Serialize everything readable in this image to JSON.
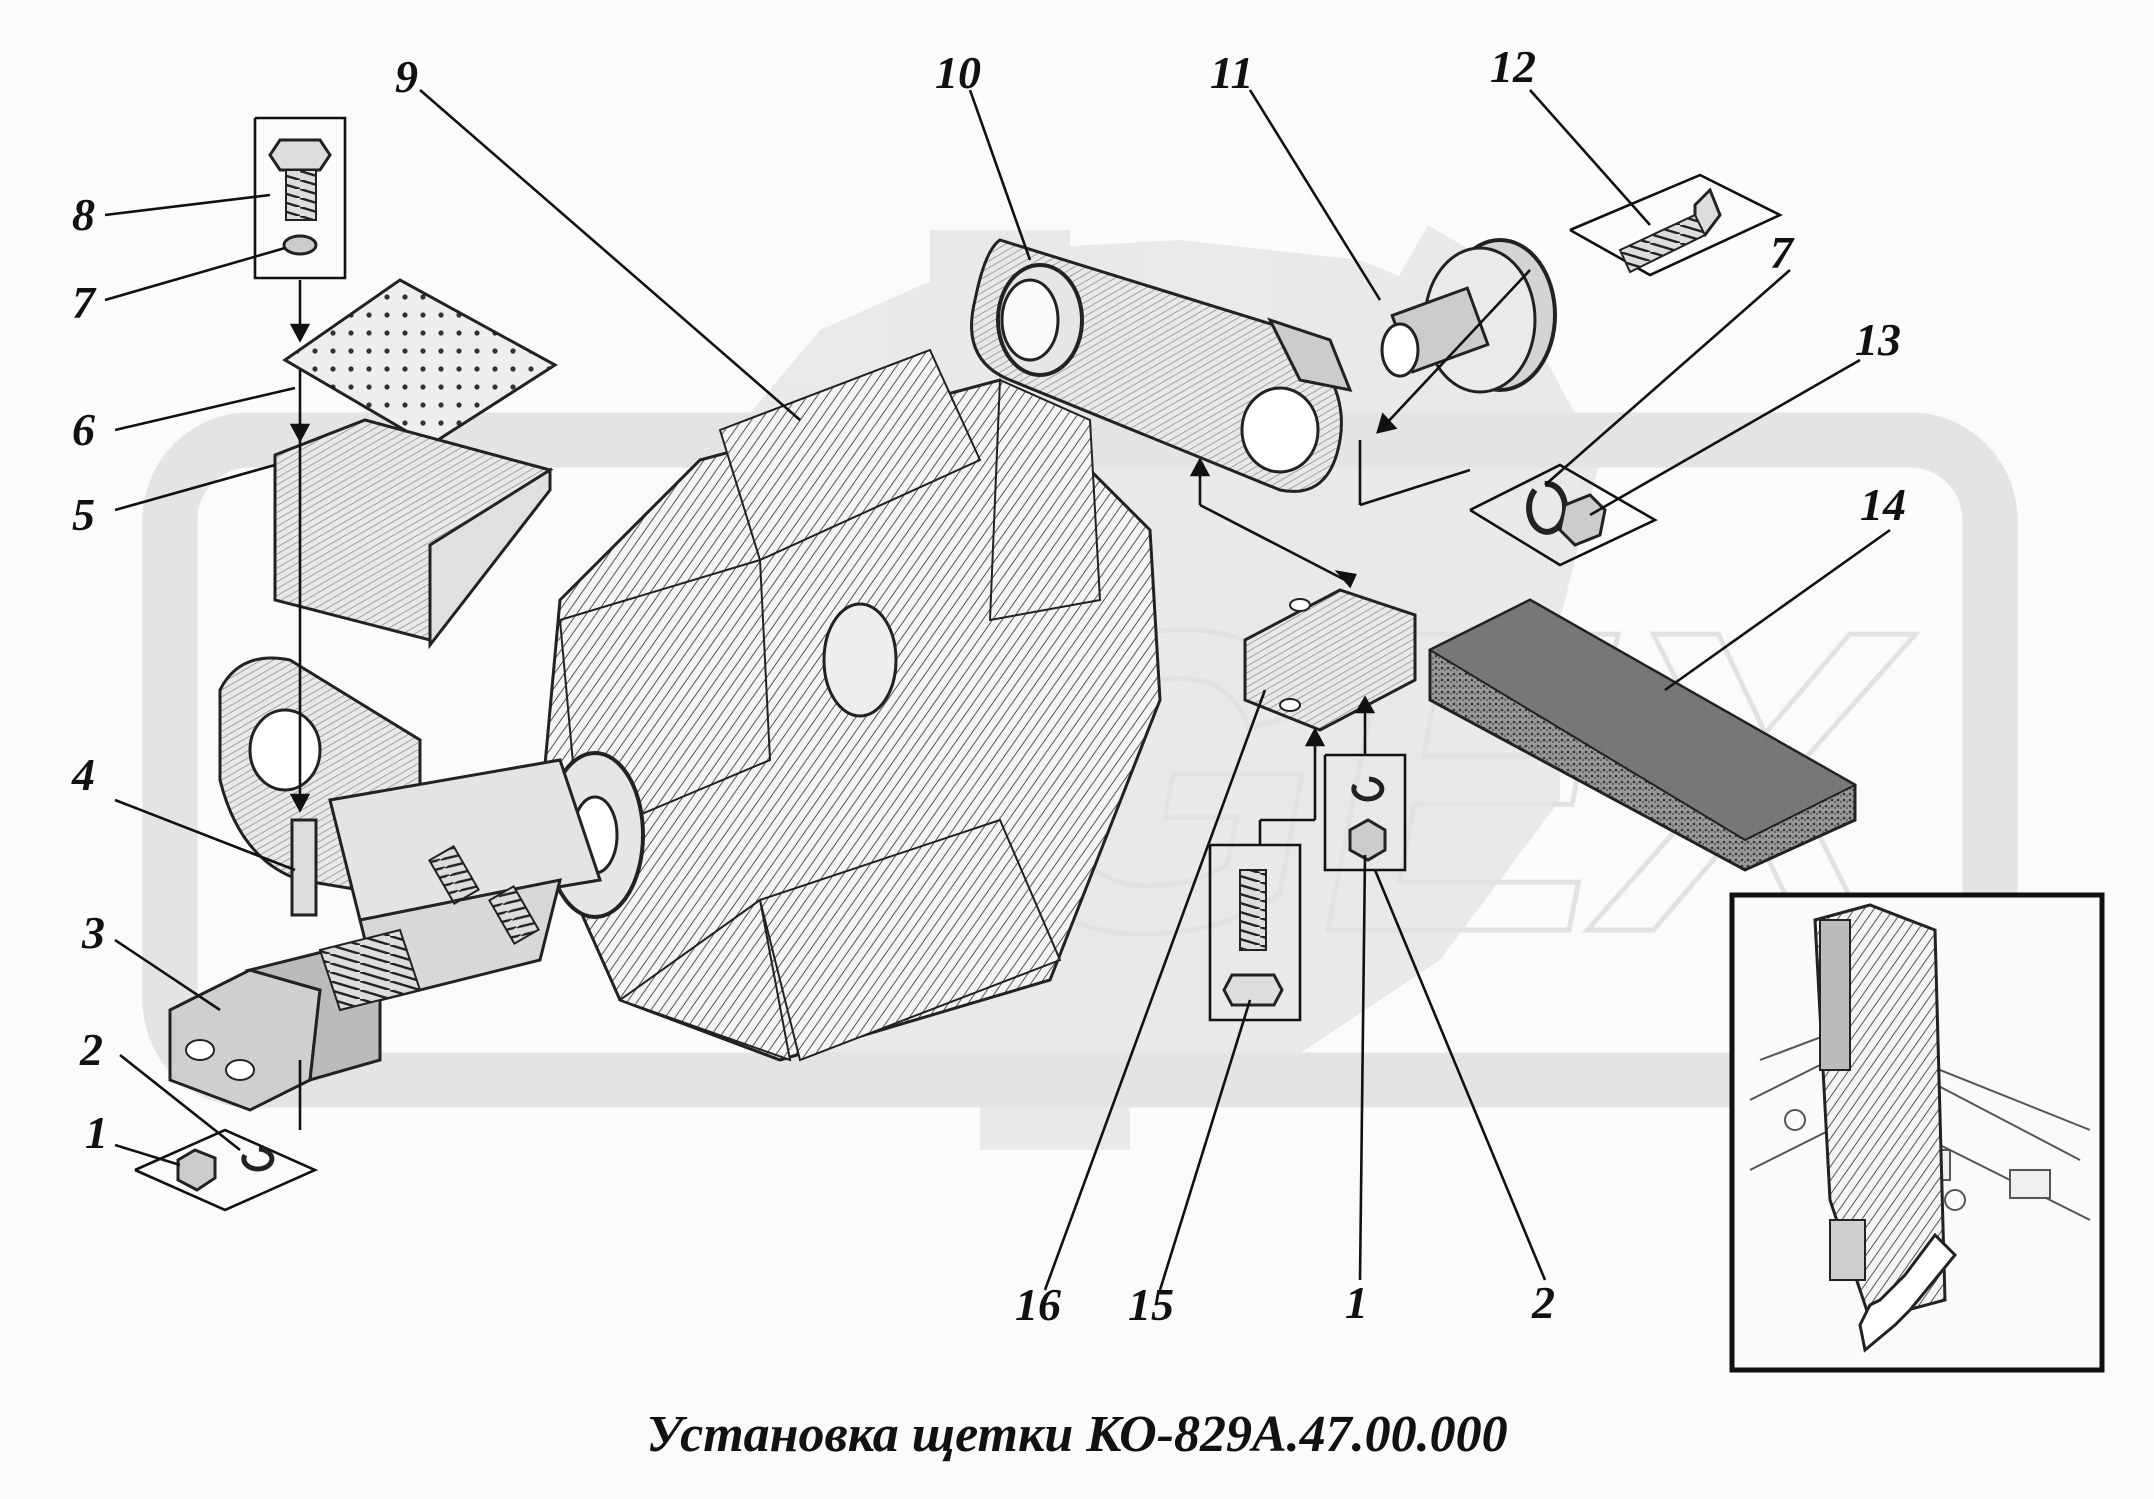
{
  "caption": "Установка щетки КО-829А.47.00.000",
  "callouts": {
    "c1_left": "1",
    "c2_left": "2",
    "c3": "3",
    "c4": "4",
    "c5": "5",
    "c6": "6",
    "c7_left": "7",
    "c8": "8",
    "c9": "9",
    "c10": "10",
    "c11": "11",
    "c12": "12",
    "c7_right": "7",
    "c13": "13",
    "c14": "14",
    "c16": "16",
    "c15": "15",
    "c1_bottom": "1",
    "c2_bottom": "2"
  },
  "watermark": "GEX",
  "colors": {
    "ink": "#111111",
    "paper": "#fbfbfb",
    "watermark": "#d2d2d2"
  }
}
